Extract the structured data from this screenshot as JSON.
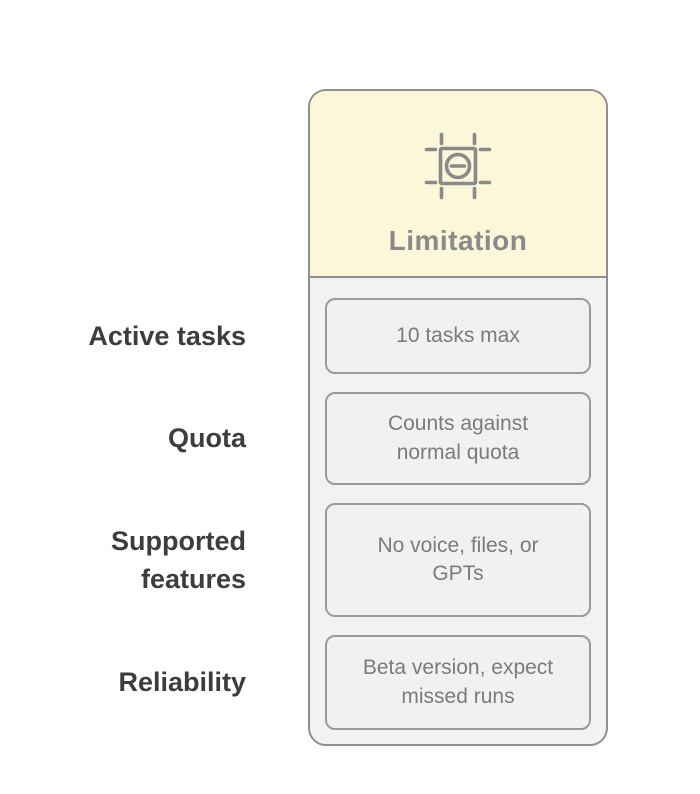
{
  "colors": {
    "page_bg": "#ffffff",
    "header_bg": "#fbf7d8",
    "body_bg": "#f2f2f2",
    "box_bg": "#f1f1f1",
    "border": "#8f8f8f",
    "title_text": "#8a8a8a",
    "label_text": "#3d3d3d",
    "value_text": "#7b7b7b"
  },
  "card": {
    "title": "Limitation",
    "icon": "crop-marks-minus-icon"
  },
  "rows": [
    {
      "label": "Active tasks",
      "value": "10 tasks max"
    },
    {
      "label": "Quota",
      "value": "Counts against\nnormal quota"
    },
    {
      "label": "Supported\nfeatures",
      "value": "No voice, files, or\nGPTs"
    },
    {
      "label": "Reliability",
      "value": "Beta version, expect\nmissed runs"
    }
  ]
}
